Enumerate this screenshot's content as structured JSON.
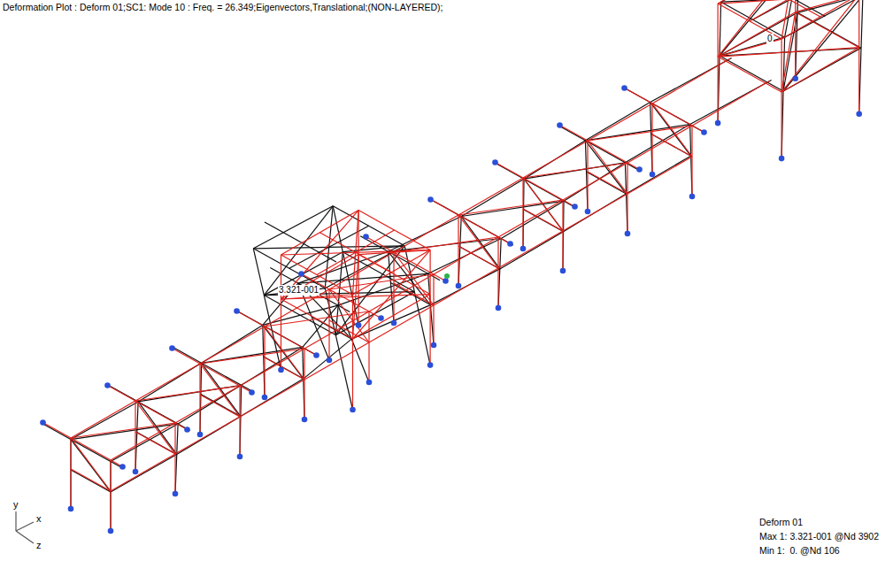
{
  "diagram": {
    "title": "Deformation Plot : Deform 01;SC1: Mode 10 : Freq. = 26.349;Eigenvectors,Translational;(NON-LAYERED);",
    "labels": [
      "3.321-001",
      "0",
      "y",
      "x",
      "z",
      "Deform 01",
      "Max 1: 3.321-001 @Nd 3902",
      "Min 1:  0. @Nd 106"
    ]
  }
}
